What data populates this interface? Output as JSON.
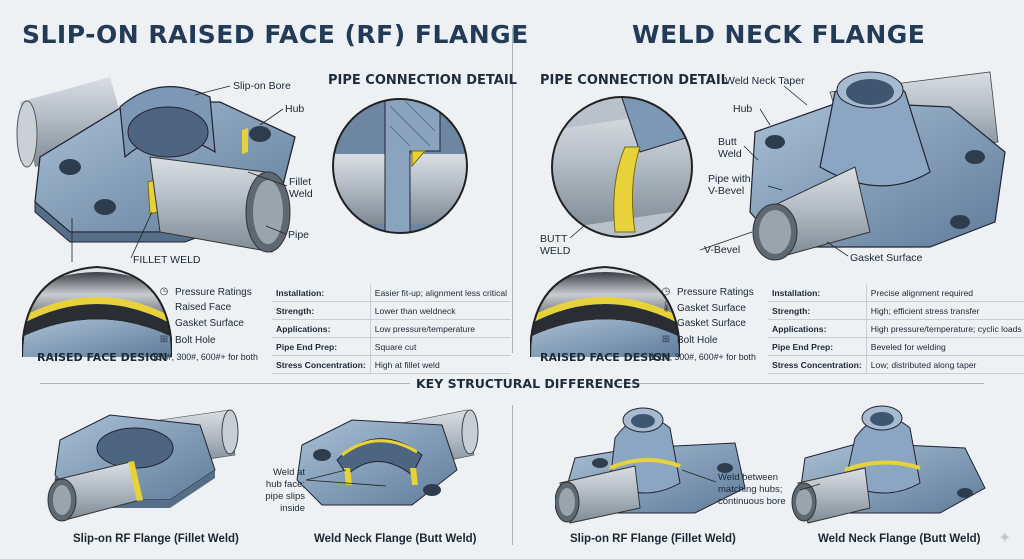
{
  "left": {
    "title": "SLIP-ON RAISED FACE (RF) FLANGE",
    "detail_title": "PIPE CONNECTION DETAIL",
    "callouts": {
      "bore": "Slip-on Bore",
      "hub": "Hub",
      "fillet": "Fillet\nWeld",
      "pipe": "Pipe",
      "fillet_weld": "FILLET WELD"
    },
    "face_title": "RAISED FACE DESIGN",
    "face_labels": [
      "Pressure Ratings",
      "Raised Face",
      "Gasket Surface",
      "Bolt Hole"
    ],
    "ratings": "150#, 300#, 600#+ for both",
    "specs": [
      {
        "k": "Installation:",
        "v": "Easier fit-up; alignment less critical"
      },
      {
        "k": "Strength:",
        "v": "Lower than weldneck"
      },
      {
        "k": "Applications:",
        "v": "Low pressure/temperature"
      },
      {
        "k": "Pipe End Prep:",
        "v": "Square cut"
      },
      {
        "k": "Stress Concentration:",
        "v": "High at fillet weld"
      }
    ]
  },
  "right": {
    "title": "WELD NECK FLANGE",
    "detail_title": "PIPE CONNECTION DETAIL",
    "callouts": {
      "taper": "Weld Neck Taper",
      "hub": "Hub",
      "butt": "Butt\nWeld",
      "vbevel_pipe": "Pipe with\nV-Bevel",
      "butt_weld": "BUTT\nWELD",
      "vbevel": "V-Bevel",
      "gasket": "Gasket Surface"
    },
    "face_title": "RAISED FACE DESIGN",
    "face_labels": [
      "Pressure Ratings",
      "Gasket Surface",
      "Gasket Surface",
      "Bolt Hole"
    ],
    "ratings": "150#, 300#, 600#+ for both",
    "specs": [
      {
        "k": "Installation:",
        "v": "Precise alignment required"
      },
      {
        "k": "Strength:",
        "v": "High; efficient stress transfer"
      },
      {
        "k": "Applications:",
        "v": "High pressure/temperature; cyclic loads"
      },
      {
        "k": "Pipe End Prep:",
        "v": "Beveled for welding"
      },
      {
        "k": "Stress Concentration:",
        "v": "Low; distributed along taper"
      }
    ]
  },
  "bottom": {
    "title": "KEY STRUCTURAL DIFFERENCES",
    "captions": [
      "Slip-on RF Flange (Fillet Weld)",
      "Weld Neck Flange (Butt Weld)",
      "Slip-on RF Flange (Fillet Weld)",
      "Weld Neck Flange (Butt Weld)"
    ],
    "note1": "Weld at\nhub face;\npipe slips\ninside",
    "note2": "Weld between\nmatching hubs;\ncontinuous bore"
  },
  "colors": {
    "steel": "#7f9cba",
    "pipe": "#b7c0c9",
    "weld": "#e8d23a",
    "title": "#243b57",
    "bg": "#eef1f4"
  },
  "icons": {
    "pressure": "gauge-icon",
    "temperature": "thermometer-icon",
    "bolt": "bolt-hole-icon",
    "sparkle": "sparkle-icon"
  }
}
